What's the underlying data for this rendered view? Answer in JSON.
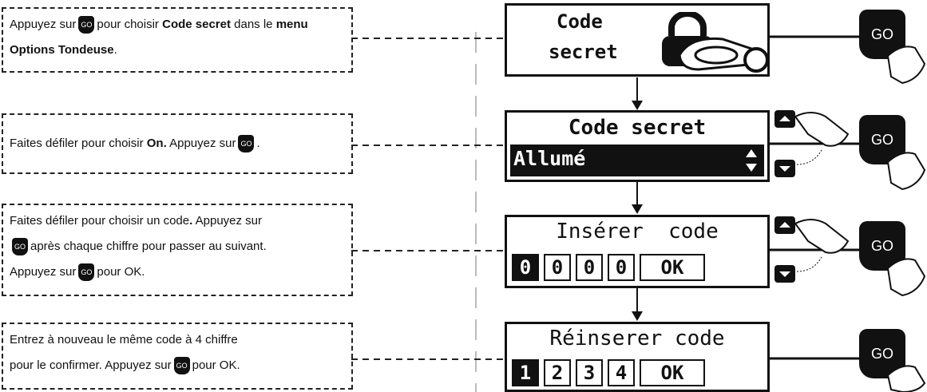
{
  "steps": [
    {
      "instruction": {
        "pre": "Appuyez sur",
        "go": "GO",
        "mid": "pour choisir",
        "bold1": "Code secret",
        "mid2": "dans le",
        "bold2": "menu Options Tondeuse",
        "post": "."
      },
      "screen": {
        "line1": "Code",
        "line2": "secret"
      },
      "button": "GO"
    },
    {
      "instruction": {
        "pre": "Faites défiler pour choisir",
        "bold1": "On.",
        "mid": "Appuyez sur",
        "go": "GO",
        "post": "."
      },
      "screen": {
        "title": "Code secret",
        "value": "Allumé"
      },
      "button": "GO"
    },
    {
      "instruction": {
        "pre": "Faites défiler pour choisir un code",
        "bold1": ".",
        "mid": "Appuyez sur",
        "go": "GO",
        "mid2": "après chaque chiffre pour passer au suivant.",
        "mid3": "Appuyez sur",
        "post": "pour OK."
      },
      "screen": {
        "title": "Insérer  code",
        "digits": [
          "0",
          "0",
          "0",
          "0"
        ],
        "ok": "OK"
      },
      "button": "GO"
    },
    {
      "instruction": {
        "pre": "Entrez à nouveau le même code à 4 chiffre",
        "mid": "pour le confirmer. Appuyez sur",
        "go": "GO",
        "post": "pour OK."
      },
      "screen": {
        "title": "Réinserer code",
        "digits": [
          "1",
          "2",
          "3",
          "4"
        ],
        "ok": "OK"
      },
      "button": "GO"
    }
  ],
  "icons": [
    "lock-icon",
    "mower-icon",
    "hand-pointer-icon",
    "up-arrow-icon",
    "down-arrow-icon",
    "scroll-arrows-icon"
  ]
}
